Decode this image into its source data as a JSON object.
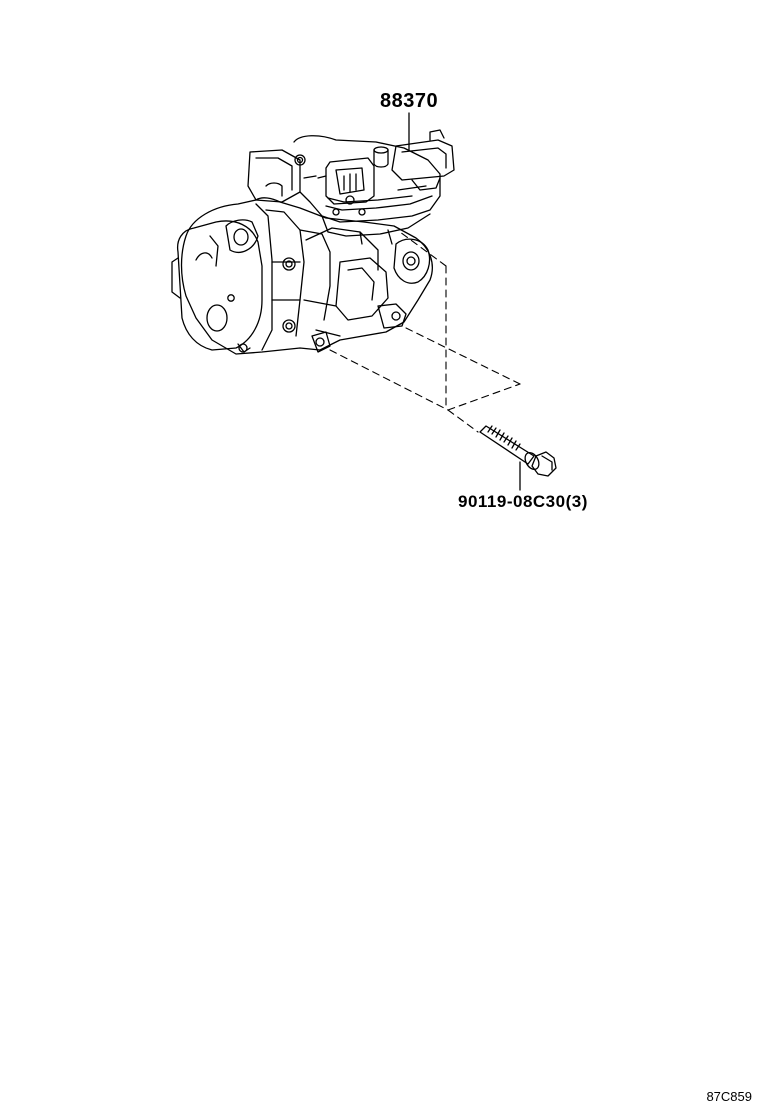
{
  "diagram": {
    "callouts": {
      "compressor_part_number": "88370",
      "bolt_part_number": "90119-08C30(3)"
    },
    "illustration_reference": "87C859"
  }
}
